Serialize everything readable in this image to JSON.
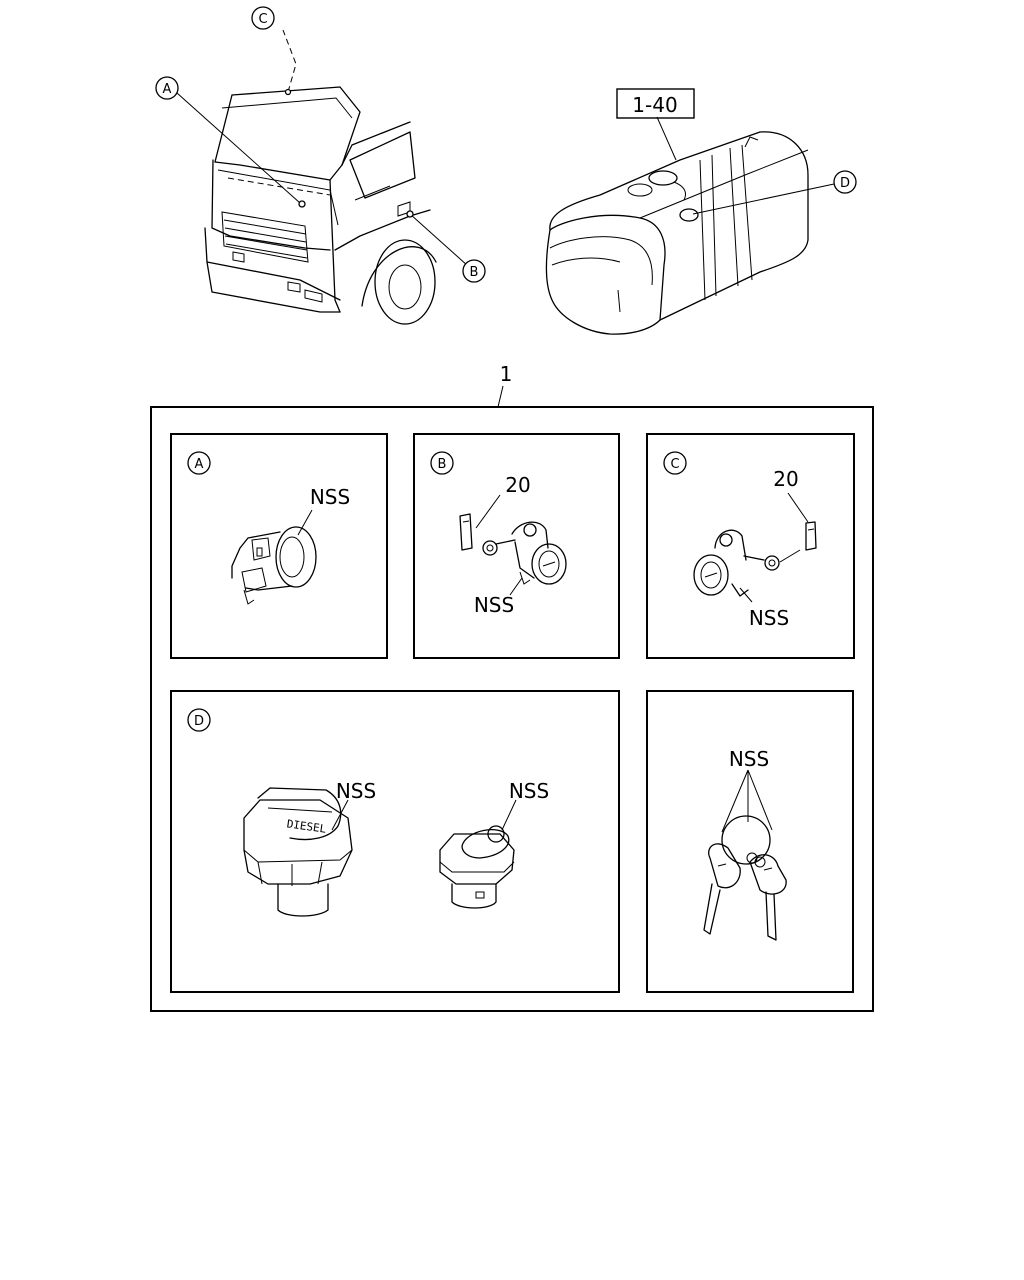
{
  "overview": {
    "callouts": {
      "a": "A",
      "b": "B",
      "c": "C",
      "d": "D"
    },
    "tank_reference": "1-40"
  },
  "assembly": {
    "number": "1"
  },
  "panels": {
    "a": {
      "letter": "A",
      "labels": [
        "NSS"
      ]
    },
    "b": {
      "letter": "B",
      "labels": [
        "20",
        "NSS"
      ]
    },
    "c": {
      "letter": "C",
      "labels": [
        "20",
        "NSS"
      ]
    },
    "d": {
      "letter": "D",
      "labels": [
        "NSS",
        "NSS"
      ],
      "cap_text": "DIESEL"
    },
    "keys": {
      "labels": [
        "NSS"
      ]
    }
  }
}
